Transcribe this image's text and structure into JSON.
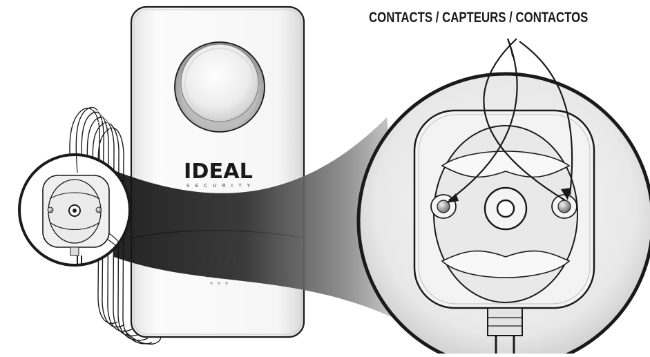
{
  "callout": {
    "label": "CONTACTS / CAPTEURS / CONTACTOS"
  },
  "brand": {
    "logo_text": "IDEAL",
    "logo_subtext": "SECURITY"
  },
  "icons": [
    "speaker-icon",
    "sensor-probe-icon",
    "speaker-grille-icon",
    "magnifier-callout-icon"
  ],
  "colors": {
    "outline": "#1a1a1a",
    "device_body": "#f4f4f4",
    "shadow_band": "#1e1e1e"
  }
}
